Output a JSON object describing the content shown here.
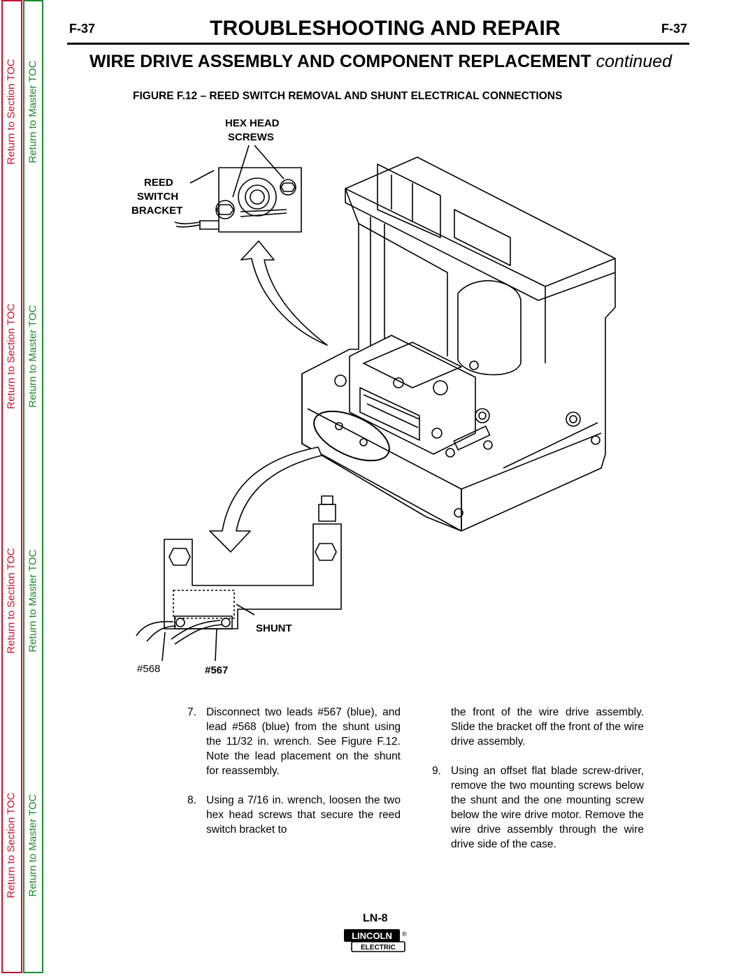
{
  "sidebar": {
    "section_toc": "Return to Section TOC",
    "master_toc": "Return to Master TOC"
  },
  "header": {
    "page_left": "F-37",
    "page_right": "F-37",
    "title": "TROUBLESHOOTING AND REPAIR"
  },
  "section": {
    "title": "WIRE DRIVE ASSEMBLY AND COMPONENT REPLACEMENT",
    "continued": "continued"
  },
  "figure": {
    "caption": "FIGURE F.12 – REED SWITCH REMOVAL AND SHUNT ELECTRICAL CONNECTIONS",
    "labels": {
      "hex_head_1": "HEX HEAD",
      "hex_head_2": "SCREWS",
      "reed_1": "REED",
      "reed_2": "SWITCH",
      "reed_3": "BRACKET",
      "shunt": "SHUNT",
      "lead_568": "#568",
      "lead_567": "#567"
    }
  },
  "steps": {
    "s7_num": "7.",
    "s7_text": "Disconnect two leads #567 (blue), and lead #568 (blue) from the shunt using the 11/32 in. wrench. See Figure F.12. Note the lead placement on the shunt for reassembly.",
    "s8_num": "8.",
    "s8_text": "Using a 7/16 in. wrench, loosen the two hex head screws that secure the reed switch bracket to",
    "s8_cont": "the front of the wire drive assembly. Slide the bracket off the front of the wire drive assembly.",
    "s9_num": "9.",
    "s9_text": "Using an offset flat blade screw-driver, remove the two mounting screws below the shunt and the one mounting screw below the wire drive motor. Remove the wire drive assembly through the wire drive side of the case."
  },
  "footer": {
    "code": "LN-8",
    "logo_top": "LINCOLN",
    "logo_bottom": "ELECTRIC",
    "logo_mark": "®"
  }
}
